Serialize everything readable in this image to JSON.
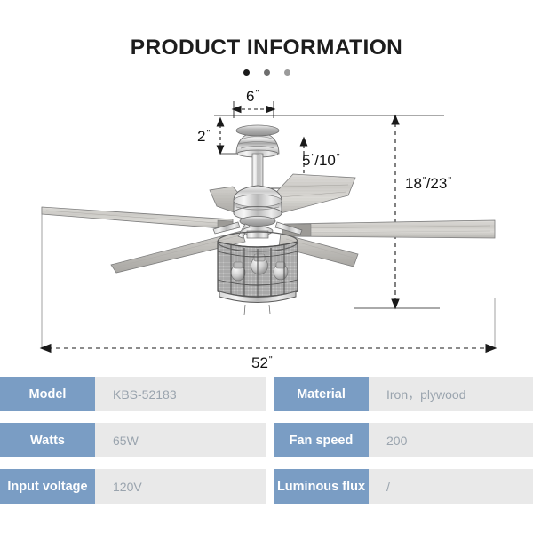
{
  "header": {
    "title": "PRODUCT INFORMATION",
    "dots": [
      {
        "name": "carousel-dot-1",
        "color": "#1a1a1a",
        "active": true
      },
      {
        "name": "carousel-dot-2",
        "color": "#6e6e6e",
        "active": false
      },
      {
        "name": "carousel-dot-3",
        "color": "#9b9b9b",
        "active": false
      }
    ]
  },
  "diagram": {
    "alt": "ceiling-fan-dimension-drawing",
    "dimensions": {
      "canopy_width": "6",
      "canopy_height": "2",
      "downrod_drop": "5  \" /10",
      "total_height": "18  \" /23",
      "blade_span": "52",
      "unit": "\""
    },
    "labels": {
      "canopy_width": "6",
      "canopy_height": "2",
      "downrod_drop_a": "5",
      "downrod_drop_b": "/10",
      "total_height_a": "18",
      "total_height_b": "/23",
      "blade_span": "52"
    }
  },
  "spec_table": {
    "rows": [
      {
        "key1": "Model",
        "val1": "KBS-52183",
        "key2": "Material",
        "val2": "Iron，plywood"
      },
      {
        "key1": "Watts",
        "val1": "65W",
        "key2": "Fan speed",
        "val2": "200"
      },
      {
        "key1": "Input voltage",
        "val1": "120V",
        "key2": "Luminous flux",
        "val2": "/"
      }
    ]
  },
  "colors": {
    "header_cell_bg": "#7a9dc4",
    "value_cell_bg": "#e9e9e9",
    "value_text": "#9aa4ae",
    "title_text": "#1d1d1d",
    "page_bg": "#ffffff"
  }
}
